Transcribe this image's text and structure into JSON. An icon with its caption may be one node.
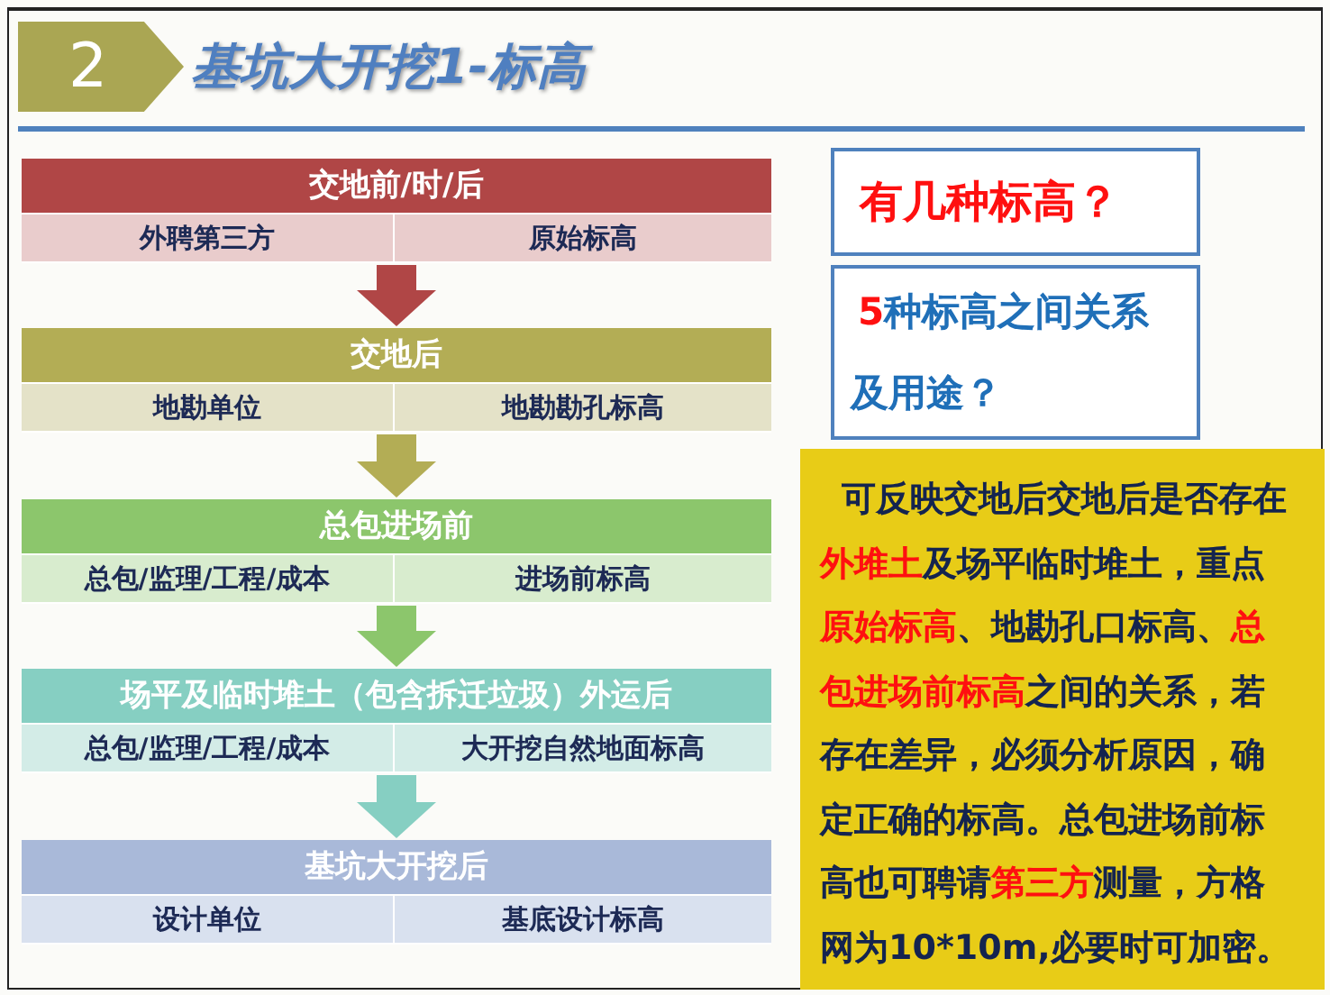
{
  "diagram": {
    "title": "基坑大开挖1-标高",
    "nodes": [
      {
        "text": [
          "交地前/时/后"
        ]
      },
      {
        "text": [
          "外聘第三方"
        ],
        "in": 0
      },
      {
        "text": [
          "原始标高"
        ],
        "in": 0
      },
      {
        "text": [
          "交地后"
        ]
      },
      {
        "text": [
          "地勘单位"
        ],
        "in": 3
      },
      {
        "text": [
          "地勘勘孔标高"
        ],
        "in": 3
      },
      {
        "text": [
          "总包进场前"
        ]
      },
      {
        "text": [
          "总包/监理/工程/成本"
        ],
        "in": 6
      },
      {
        "text": [
          "进场前标高"
        ],
        "in": 6
      },
      {
        "text": [
          "场平及临时堆土（包含拆迁垃圾）外运后"
        ]
      },
      {
        "text": [
          "总包/监理/工程/成本"
        ],
        "in": 9
      },
      {
        "text": [
          "大开挖自然地面标高"
        ],
        "in": 9
      },
      {
        "text": [
          "基坑大开挖后"
        ]
      },
      {
        "text": [
          "设计单位"
        ],
        "in": 12
      },
      {
        "text": [
          "基底设计标高"
        ],
        "in": 12
      },
      {
        "text": [
          "有几种标高？"
        ]
      },
      {
        "text": [
          "**5**种标高之间关系及用途？"
        ]
      },
      {
        "text": [
          "可反映交地后交地后是否存在**外堆土**及场平临时堆土，重点**原始标高**、地勘孔口标高、**总包进场前标高**之间的关系，若存在差异，必须分析原因，确定正确的标高。总包进场前标高也可聘请**第三方**测量，方格网为10*10m,必要时可加密。"
        ]
      }
    ],
    "edges": [
      {
        "from": 0,
        "to": 3,
        "arrow": "to",
        "color": "#b04646"
      },
      {
        "from": 3,
        "to": 6,
        "arrow": "to",
        "color": "#b3ad55"
      },
      {
        "from": 6,
        "to": 9,
        "arrow": "to",
        "color": "#8cc66c"
      },
      {
        "from": 9,
        "to": 12,
        "arrow": "to",
        "color": "#86cfc2"
      }
    ],
    "labels": [
      "2"
    ]
  }
}
